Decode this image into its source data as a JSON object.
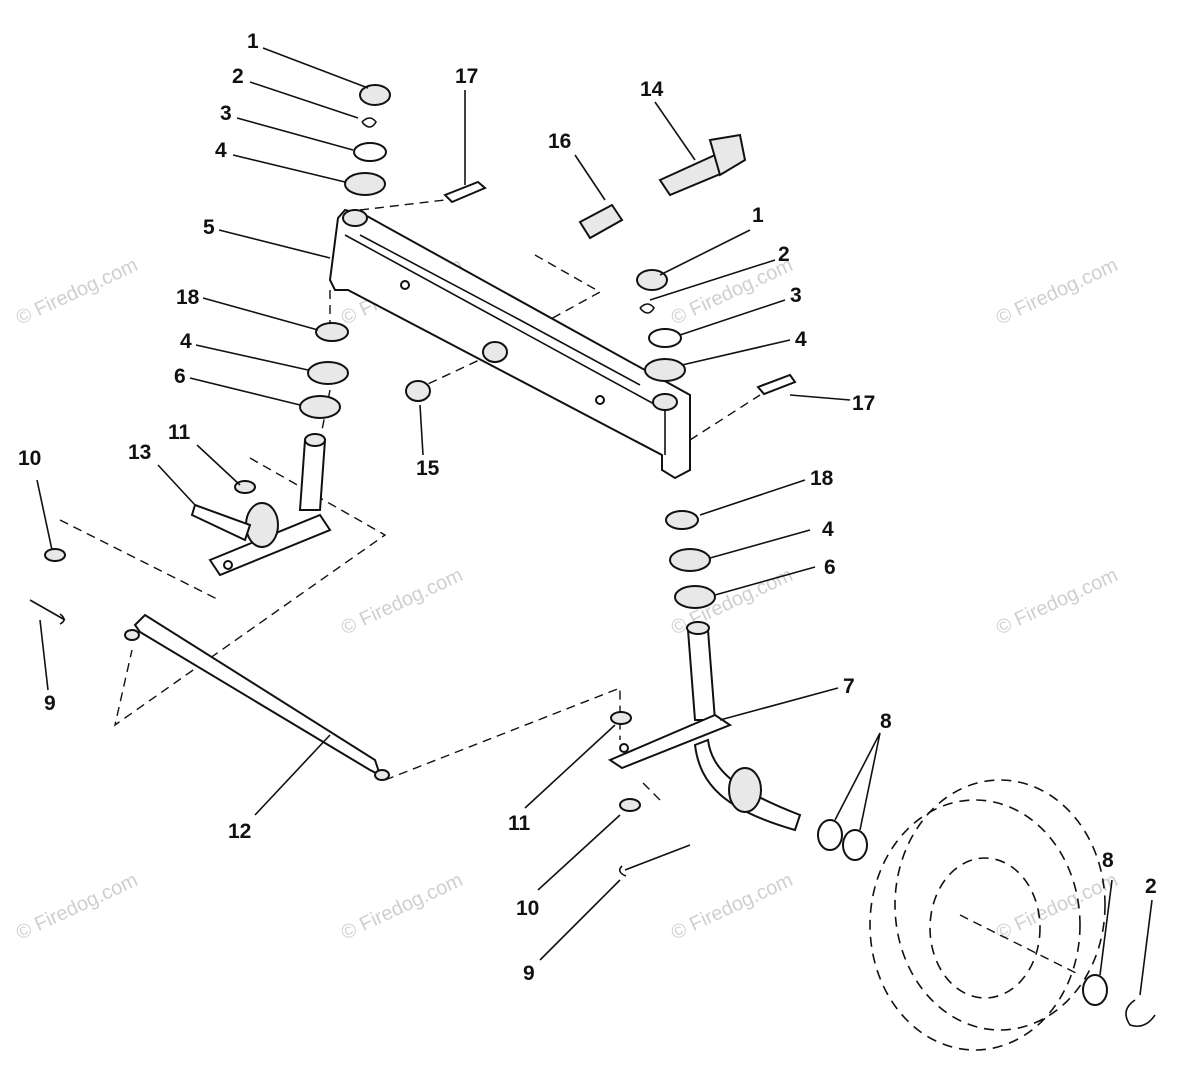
{
  "watermark": {
    "text": "© Firedog.com"
  },
  "callouts": {
    "c1a": "1",
    "c2a": "2",
    "c3a": "3",
    "c4a": "4",
    "c5": "5",
    "c17a": "17",
    "c16": "16",
    "c14": "14",
    "c1b": "1",
    "c2b": "2",
    "c3b": "3",
    "c4b": "4",
    "c17b": "17",
    "c18a": "18",
    "c4c": "4",
    "c6a": "6",
    "c15": "15",
    "c10a": "10",
    "c13": "13",
    "c11a": "11",
    "c9a": "9",
    "c18b": "18",
    "c4d": "4",
    "c6b": "6",
    "c7": "7",
    "c8a": "8",
    "c12": "12",
    "c11b": "11",
    "c10b": "10",
    "c9b": "9",
    "c8b": "8",
    "c2c": "2"
  },
  "icons": {
    "axle": "front-axle-icon",
    "spindle_left": "left-spindle-icon",
    "spindle_right": "right-spindle-icon",
    "tie_rod": "tie-rod-icon",
    "tire": "wheel-icon"
  }
}
